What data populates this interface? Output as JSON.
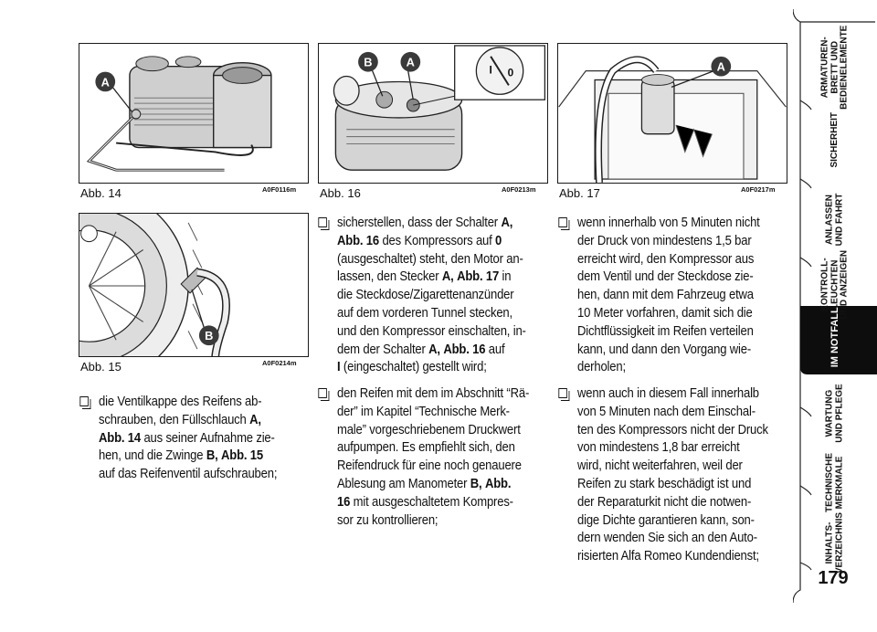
{
  "figures": {
    "fig14": {
      "label": "Abb. 14",
      "code": "A0F0116m",
      "callout_a": "A"
    },
    "fig15": {
      "label": "Abb. 15",
      "code": "A0F0214m",
      "callout_b": "B"
    },
    "fig16": {
      "label": "Abb. 16",
      "code": "A0F0213m",
      "callout_a": "A",
      "callout_b": "B",
      "switch_i": "I",
      "switch_o": "0"
    },
    "fig17": {
      "label": "Abb. 17",
      "code": "A0F0217m",
      "callout_a": "A"
    }
  },
  "col1": {
    "p1": [
      "die Ventilkappe des Reifens ab-",
      "schrauben, den Füllschlauch A,",
      "Abb. 14 aus seiner Aufnahme zie-",
      "hen, und die Zwinge B, Abb. 15",
      "auf das Reifenventil aufschrauben;"
    ]
  },
  "col2": {
    "p1": [
      "sicherstellen, dass der Schalter A,",
      "Abb. 16 des Kompressors auf 0",
      "(ausgeschaltet) steht, den Motor an-",
      "lassen, den Stecker A, Abb. 17 in",
      "die Steckdose/Zigarettenanzünder",
      "auf dem vorderen Tunnel stecken,",
      "und den Kompressor einschalten, in-",
      "dem der Schalter A, Abb. 16 auf",
      "I (eingeschaltet) gestellt wird;"
    ],
    "p2": [
      "den Reifen mit dem im Abschnitt “Rä-",
      "der” im Kapitel “Technische Merk-",
      "male” vorgeschriebenem Druckwert",
      "aufpumpen. Es empfiehlt sich, den",
      "Reifendruck für eine noch genauere",
      "Ablesung am Manometer B, Abb.",
      "16 mit ausgeschaltetem Kompres-",
      "sor zu kontrollieren;"
    ]
  },
  "col3": {
    "p1": [
      "wenn innerhalb von 5 Minuten nicht",
      "der Druck von mindestens 1,5 bar",
      "erreicht wird, den Kompressor aus",
      "dem Ventil und der Steckdose zie-",
      "hen, dann mit dem Fahrzeug etwa",
      "10 Meter vorfahren, damit sich die",
      "Dichtflüssigkeit im Reifen verteilen",
      "kann, und dann den Vorgang wie-",
      "derholen;"
    ],
    "p2": [
      "wenn auch in diesem Fall innerhalb",
      "von 5 Minuten nach dem Einschal-",
      "ten des Kompressors nicht der Druck",
      "von mindestens 1,8 bar erreicht",
      "wird, nicht weiterfahren, weil der",
      "Reifen zu stark beschädigt ist und",
      "der Reparaturkit nicht die notwen-",
      "dige Dichte garantieren kann, son-",
      "dern wenden Sie sich an den Auto-",
      "risierten Alfa Romeo Kundendienst;"
    ]
  },
  "sidebar": {
    "tabs": [
      {
        "line1": "ARMATUREN-",
        "line2": "BRETT UND",
        "line3": "BEDIENELEMENTE",
        "active": false
      },
      {
        "line1": "SICHERHEIT",
        "line2": "",
        "line3": "",
        "active": false
      },
      {
        "line1": "ANLASSEN",
        "line2": "UND FAHRT",
        "line3": "",
        "active": false
      },
      {
        "line1": "KONTROLL-",
        "line2": "LEUCHTEN",
        "line3": "UND ANZEIGEN",
        "active": false
      },
      {
        "line1": "IM NOTFALL",
        "line2": "",
        "line3": "",
        "active": true
      },
      {
        "line1": "WARTUNG",
        "line2": "UND PFLEGE",
        "line3": "",
        "active": false
      },
      {
        "line1": "TECHNISCHE",
        "line2": "MERKMALE",
        "line3": "",
        "active": false
      },
      {
        "line1": "INHALTS-",
        "line2": "VERZEICHNIS",
        "line3": "",
        "active": false
      }
    ],
    "page_number": "179"
  }
}
